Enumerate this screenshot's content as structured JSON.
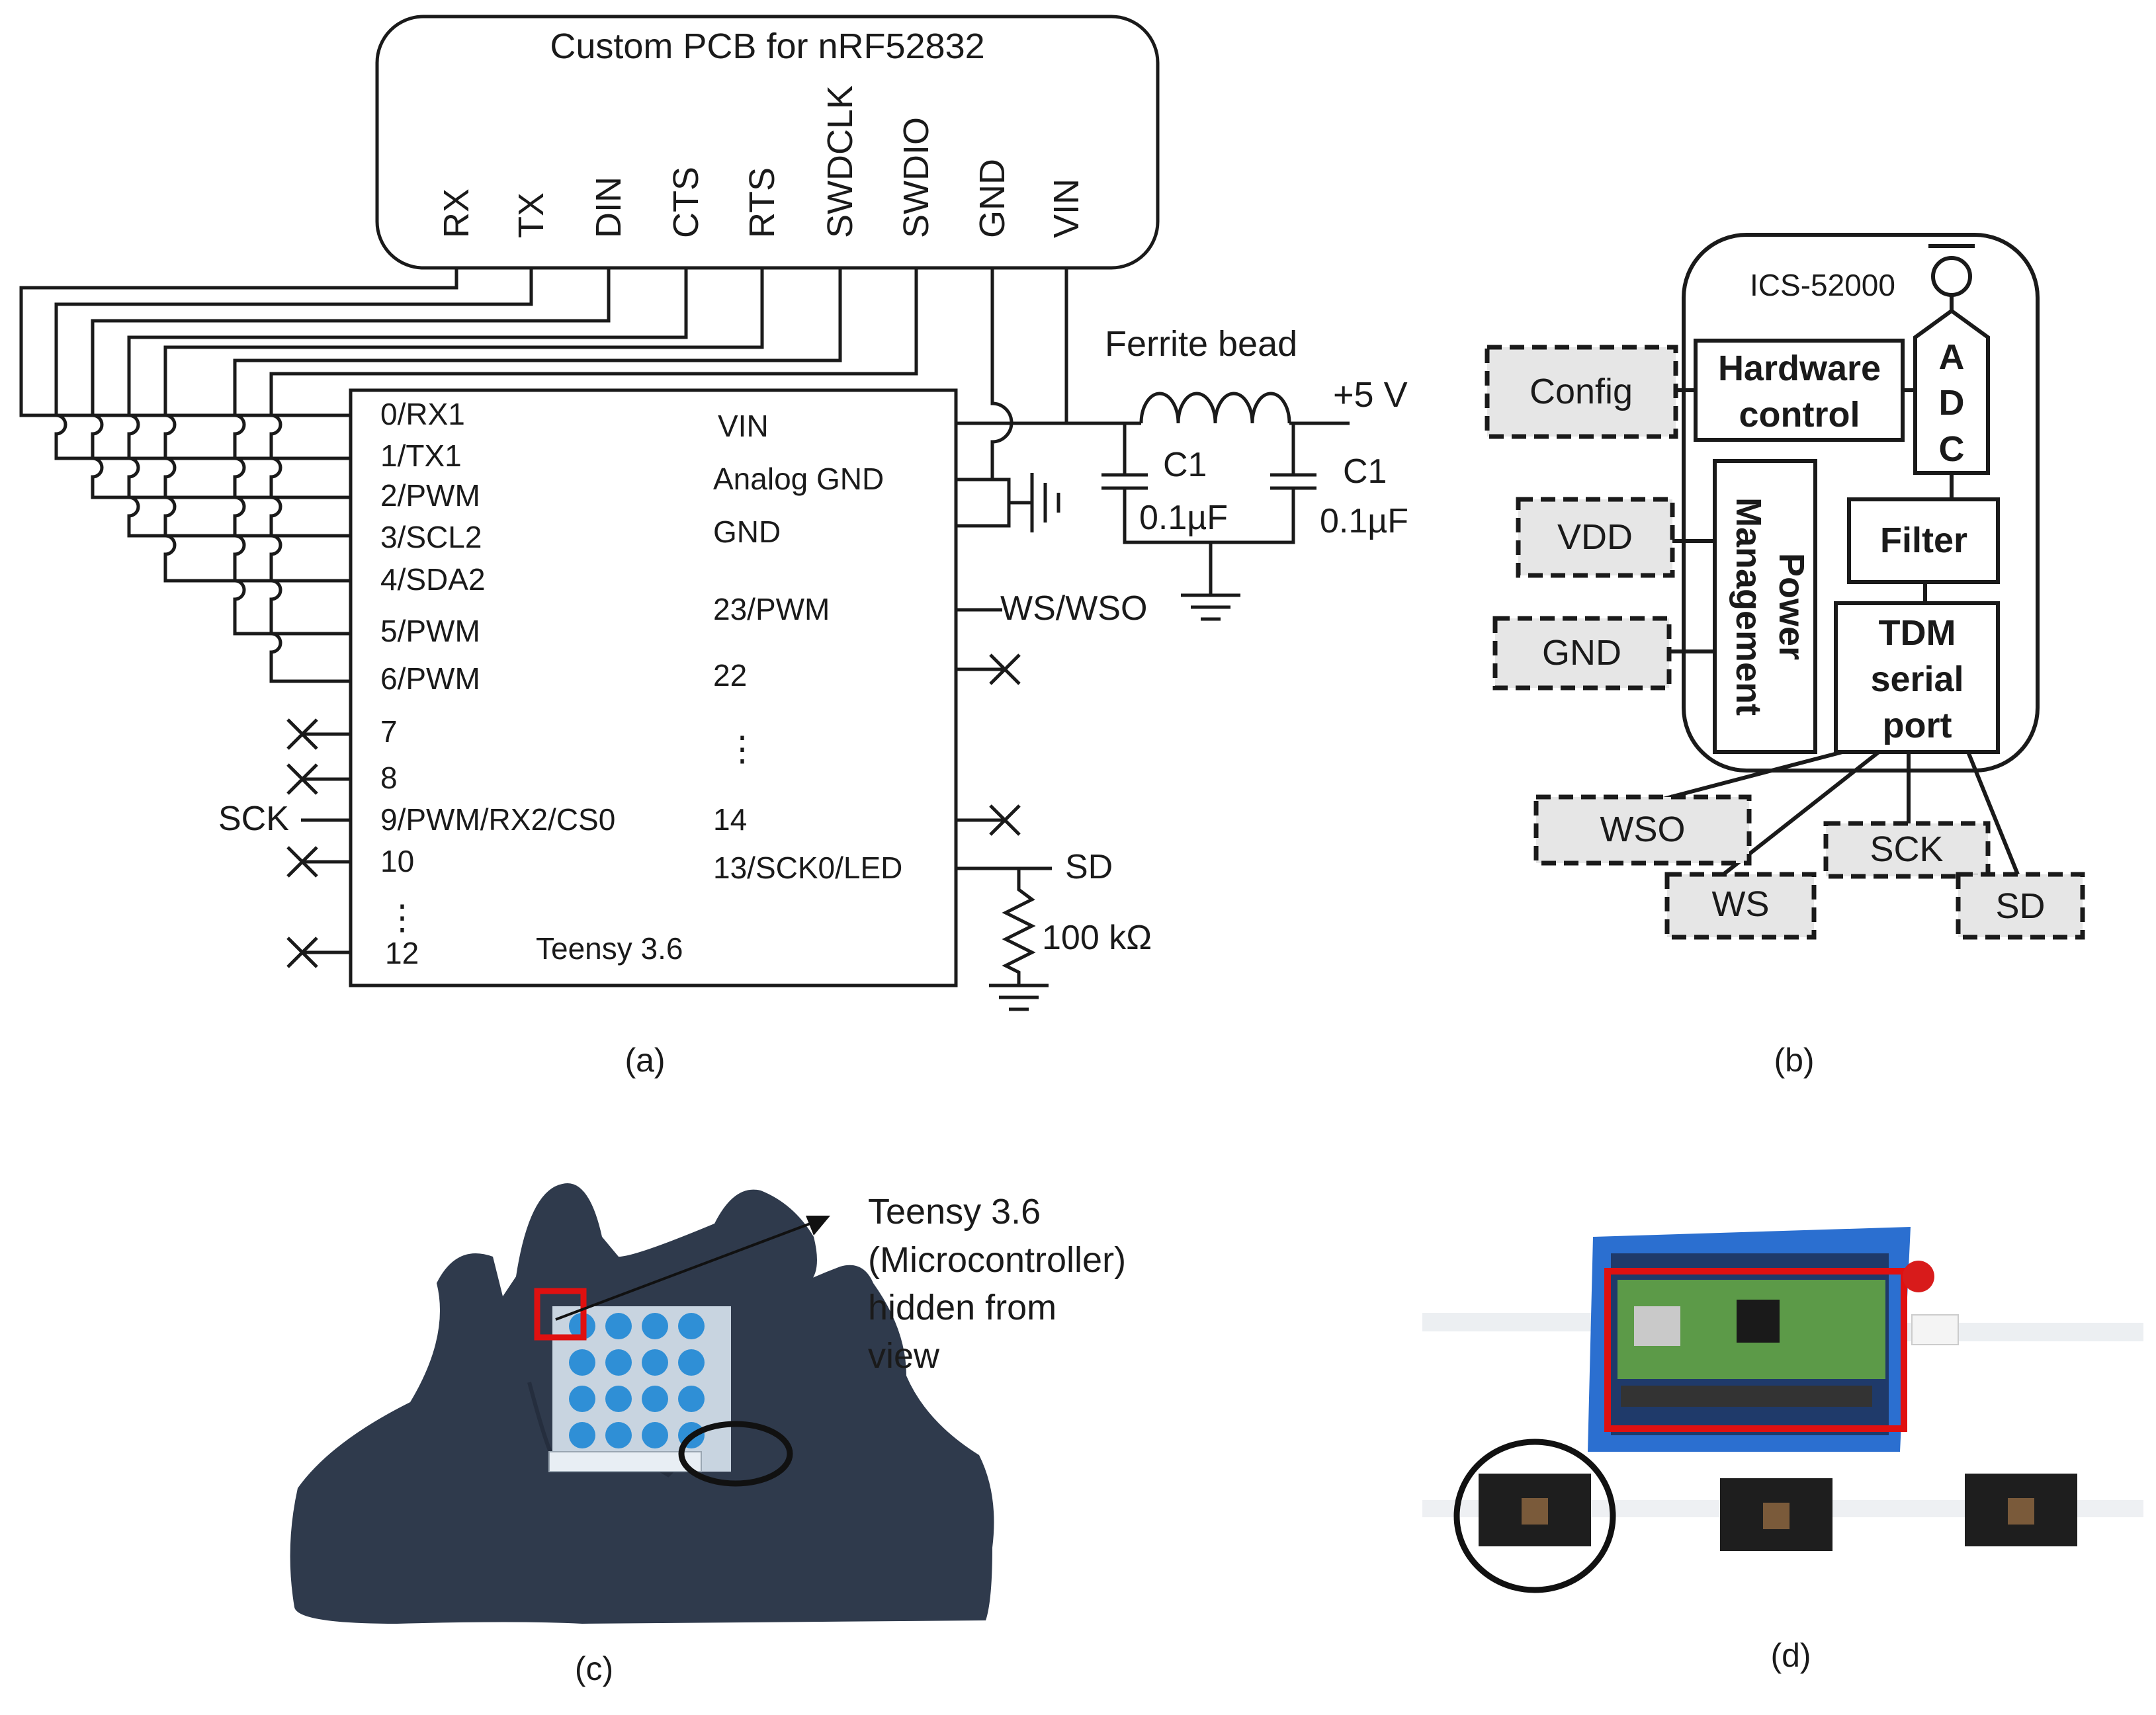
{
  "panel_a": {
    "pcb": {
      "title": "Custom PCB for nRF52832",
      "pins": [
        "RX",
        "TX",
        "DIN",
        "CTS",
        "RTS",
        "SWDCLK",
        "SWDIO",
        "GND",
        "VIN"
      ]
    },
    "teensy": {
      "name": "Teensy  3.6",
      "left_pins": [
        "0/RX1",
        "1/TX1",
        "2/PWM",
        "3/SCL2",
        "4/SDA2",
        "5/PWM",
        "6/PWM",
        "7",
        "8",
        "9/PWM/RX2/CS0",
        "10",
        "12"
      ],
      "left_dots": "⋮",
      "right_pins": [
        "VIN",
        "Analog  GND",
        "GND",
        "23/PWM",
        "22",
        "14",
        "13/SCK0/LED"
      ],
      "right_dots": "⋮"
    },
    "ferrite": "Ferrite bead",
    "supply": "+5 V",
    "cap_left_name": "C1",
    "cap_left_value": "0.1µF",
    "cap_right_name": "C1",
    "cap_right_value": "0.1µF",
    "ws_label": "WS/WSO",
    "sck_label": "SCK",
    "sd_label": "SD",
    "resistor": "100 kΩ",
    "caption": "(a)"
  },
  "panel_b": {
    "chip": "ICS-52000",
    "hardware_control": [
      "Hardware",
      "control"
    ],
    "adc": [
      "A",
      "D",
      "C"
    ],
    "filter": "Filter",
    "power_management": [
      "Power",
      "Management"
    ],
    "tdm": [
      "TDM",
      "serial",
      "port"
    ],
    "pins": {
      "config": "Config",
      "vdd": "VDD",
      "gnd": "GND",
      "wso": "WSO",
      "ws": "WS",
      "sck": "SCK",
      "sd": "SD"
    },
    "caption": "(b)"
  },
  "panel_c": {
    "annotation": [
      "Teensy 3.6",
      "(Microcontroller)",
      "hidden from",
      "view"
    ],
    "caption": "(c)"
  },
  "panel_d": {
    "caption": "(d)"
  },
  "colors": {
    "line": "#1a1a1a",
    "pin_fill": "#e6e6e6",
    "vest": "#2f3a4c",
    "sensor": "#2f8fd6",
    "enclosure": "#2b6fd0",
    "highlight_red": "#e01010",
    "board_green": "#5c9a48"
  }
}
